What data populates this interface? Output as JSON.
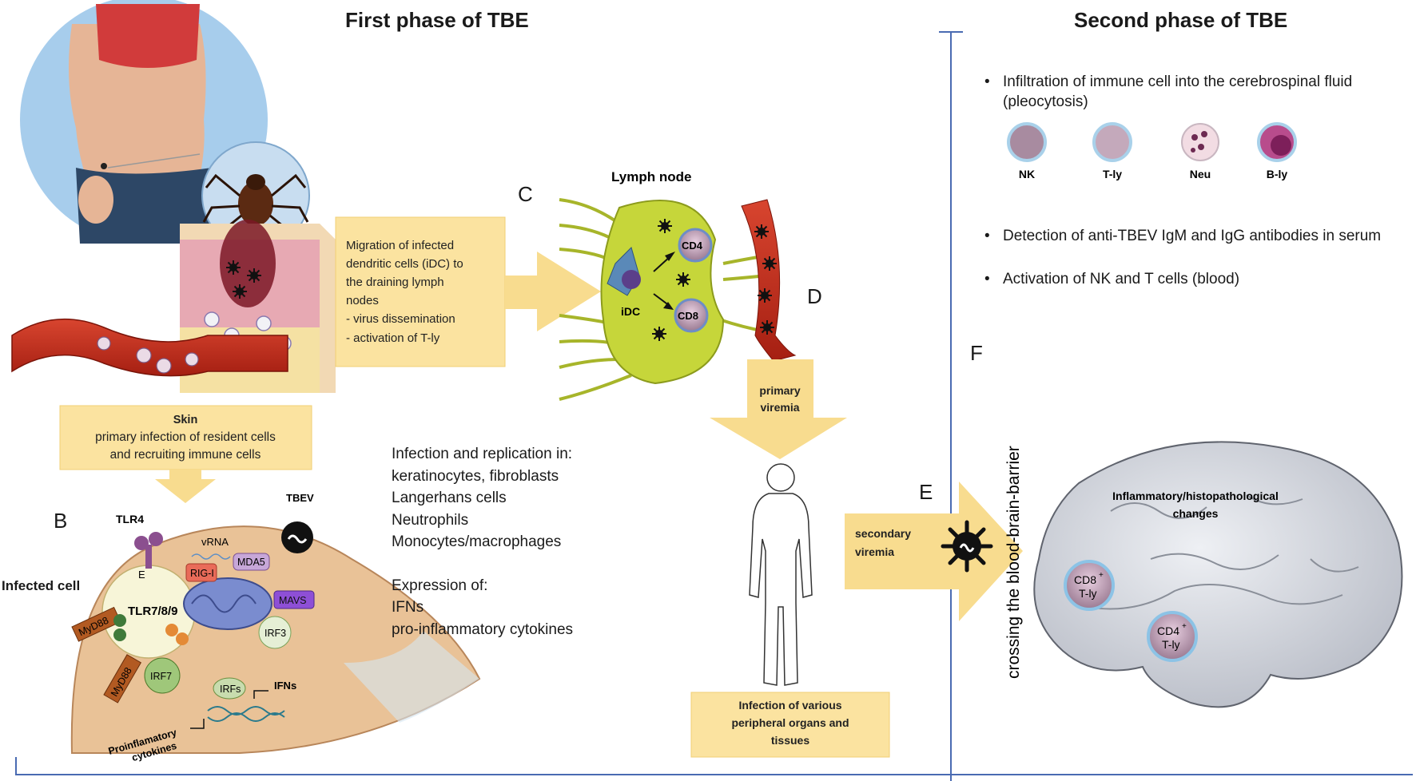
{
  "titles": {
    "first_phase": "First phase of TBE",
    "second_phase": "Second phase of TBE"
  },
  "letters": {
    "b": "B",
    "c": "C",
    "d": "D",
    "e": "E",
    "f": "F"
  },
  "skin_box": [
    "Skin",
    "primary infection of resident cells",
    "and recruiting immune cells"
  ],
  "migration_box": [
    "Migration of infected",
    "dendritic cells (iDC) to",
    "the draining lymph",
    "nodes",
    "- virus dissemination",
    "- activation of T-ly"
  ],
  "lymph_node": {
    "title": "Lymph node",
    "idc": "iDC",
    "cd4": "CD4",
    "cd8": "CD8"
  },
  "primary_viremia": [
    "primary",
    "viremia"
  ],
  "secondary_viremia": [
    "secondary",
    "viremia"
  ],
  "infection_box": [
    "Infection of various",
    "peripheral organs and",
    "tissues"
  ],
  "replication_text": {
    "header": "Infection and replication in:",
    "items": [
      "keratinocytes, fibroblasts",
      "Langerhans cells",
      "Neutrophils",
      "Monocytes/macrophages"
    ],
    "expression_header": "Expression of:",
    "expression_items": [
      "IFNs",
      "pro-inflammatory  cytokines"
    ]
  },
  "infected_cell": {
    "label": "Infected cell",
    "tlr4": "TLR4",
    "tbev": "TBEV",
    "vrna": "vRNA",
    "rigi": "RIG-I",
    "mda5": "MDA5",
    "e": "E",
    "tlr789": "TLR7/8/9",
    "mavs": "MAVS",
    "irf3": "IRF3",
    "irf7": "IRF7",
    "myd88_a": "MyD88",
    "myd88_b": "MyD88",
    "irfs": "IRFs",
    "ifns": "IFNs",
    "proinflam": [
      "Proinflamatory",
      "cytokines"
    ]
  },
  "second_phase": {
    "bullets": [
      "Infiltration of immune  cell  into the cerebrospinal fluid (pleocytosis)",
      "Detection of anti-TBEV IgM and IgG antibodies in serum",
      "Activation of NK and T cells (blood)"
    ],
    "cells": [
      "NK",
      "T-ly",
      "Neu",
      "B-ly"
    ],
    "cell_colors": [
      "#a88ba0",
      "#c4a9bb",
      "#f2dce3",
      "#b84c8c"
    ]
  },
  "barrier_label": "crossing the blood-brain-barrier",
  "brain": {
    "changes": [
      "Inflammatory/histopathological",
      "changes"
    ],
    "cd8": "CD8",
    "cd8_sup": "+",
    "cd4": "CD4",
    "cd4_sup": "+",
    "tly": "T-ly"
  },
  "colors": {
    "box_fill": "#fbe3a0",
    "arrow_fill": "#f8dc8f",
    "bracket": "#4a6bb2",
    "vessel": "#b62a1c",
    "cell_body": "#e9c297",
    "lymph_node": "#c6d63a"
  },
  "icons": [
    "tick-icon",
    "virus-icon",
    "human-silhouette-icon",
    "brain-icon",
    "mitochondrion-icon"
  ]
}
